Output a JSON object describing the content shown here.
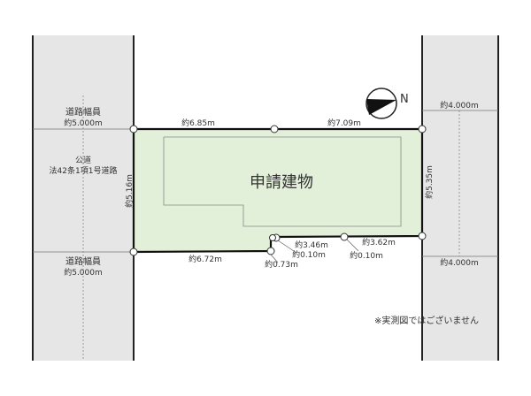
{
  "building_label": "申請建物",
  "road_left": {
    "width_label": "道路幅員",
    "width_top": "約5.000m",
    "width_bottom": "約5.000m",
    "type": "公道",
    "classification": "法42条1項1号道路"
  },
  "road_right": {
    "width_top": "約4.000m",
    "width_bottom": "約4.000m"
  },
  "dimensions": {
    "top_left": "約6.85m",
    "top_right": "約7.09m",
    "left": "約5.16m",
    "right": "約5.35m",
    "bottom_left": "約6.72m",
    "bottom_mid": "約3.46m",
    "bottom_right": "約3.62m",
    "offset_a": "約0.10m",
    "offset_b": "約0.10m",
    "step": "約0.73m"
  },
  "compass": {
    "label": "N"
  },
  "note": "※実測図ではございません",
  "colors": {
    "lot": "#e2f0d9",
    "road": "#e6e6e6"
  }
}
